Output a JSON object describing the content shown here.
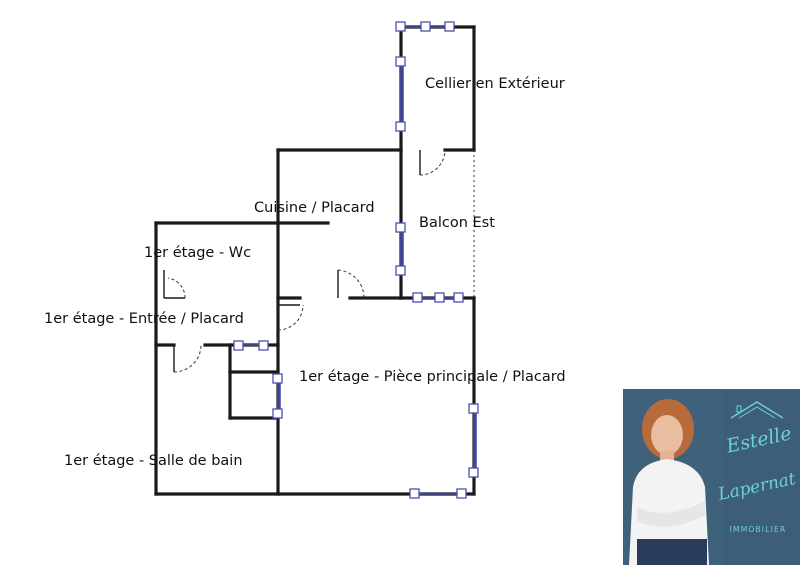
{
  "floor_plan": {
    "rooms": {
      "cellier": "Cellier en Extérieur",
      "cuisine": "Cuisine / Placard",
      "balcon": "Balcon Est",
      "wc": "1er étage - Wc",
      "entree": "1er étage - Entrée / Placard",
      "piece": "1er étage - Pièce principale / Placard",
      "sdb": "1er étage - Salle de bain"
    }
  },
  "agent_card": {
    "first_name": "Estelle",
    "last_name": "Lapernat",
    "tagline": "IMMOBILIER",
    "colors": {
      "background": "#3c5e78",
      "accent": "#6fd0dc"
    },
    "icons": [
      "roof-icon"
    ]
  }
}
